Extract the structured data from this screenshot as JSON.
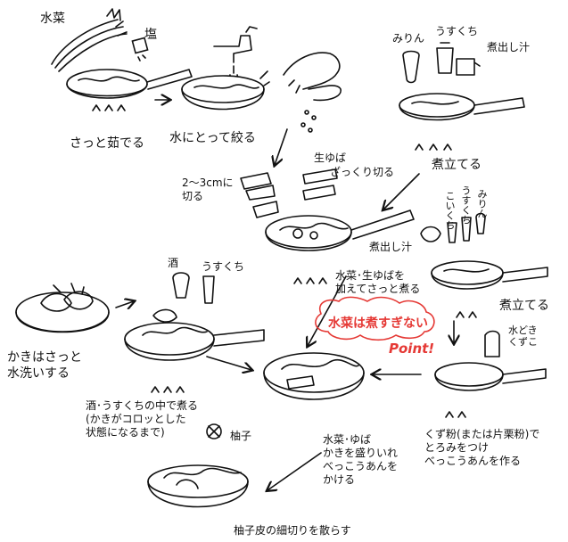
{
  "labels": {
    "mizuna": "水菜",
    "salt": "塩",
    "boil_quick": "さっと茹でる",
    "rinse_squeeze": "水にとって絞る",
    "mirin_top": "みりん",
    "usukuchi_top": "うすくち",
    "nidashi_top": "煮出し汁",
    "nitateru_top": "煮立てる",
    "namayuba": "生ゆば",
    "zakugiri": "ざっくり切る",
    "cut_size": "2〜3cmに\n切る",
    "nidashi_mid": "煮出し汁",
    "koikuchi": "こいくち",
    "usukuchi_mid": "うすくち",
    "mirin_mid": "みりん",
    "add_boil": "水菜･生ゆばを\n加えてさっと煮る",
    "nitateru_mid": "煮立てる",
    "warning": "水菜は煮すぎない",
    "point": "Point!",
    "mizutoki": "水どき\nくずこ",
    "sake": "酒",
    "usukuchi_left": "うすくち",
    "oyster_wash": "かきはさっと\n水洗いする",
    "simmer_oyster": "酒･うすくちの中で煮る\n(かきがコロッとした\n状態になるまで)",
    "yuzu": "柚子",
    "serve": "水菜･ゆば\nかきを盛りいれ\nべっこうあんを\nかける",
    "kuzu": "くず粉(または片栗粉)で\nとろみをつけ\nべっこうあんを作る",
    "garnish": "柚子皮の細切りを散らす"
  },
  "colors": {
    "accent": "#e53935",
    "ink": "#111111"
  }
}
